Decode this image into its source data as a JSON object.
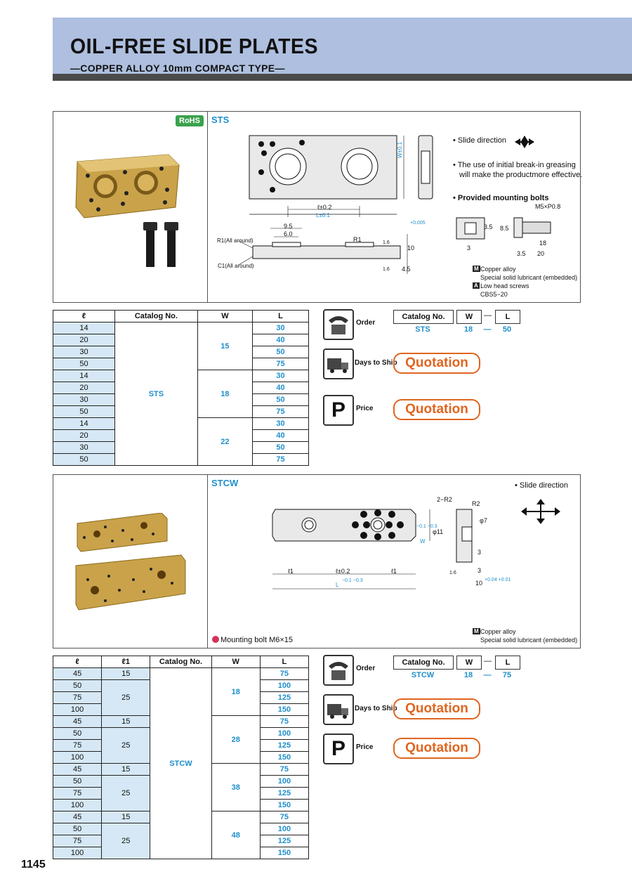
{
  "header": {
    "title": "OIL-FREE SLIDE PLATES",
    "subtitle": "—COPPER ALLOY 10mm COMPACT TYPE—"
  },
  "sts": {
    "badge": "RoHS",
    "series": "STS",
    "notes": {
      "slide": "• Slide direction",
      "grease_1": "• The use of initial break-in greasing",
      "grease_2": "will make the productmore effective.",
      "bolts": "• Provided mounting bolts"
    },
    "dims": {
      "w": "W±0.1",
      "l1": "ℓ±0.2",
      "l": "L±0.1",
      "d95": "9.5",
      "d60": "6.0",
      "r1all": "R1(All around)",
      "c1all": "C1(All around)",
      "r1": "R1",
      "t": "10",
      "t_tol": "+0.005",
      "h45": "4.5",
      "rough": "1.6",
      "m5": "M5×P0.8",
      "b35a": "3.5",
      "b85": "8.5",
      "b3": "3",
      "b18": "18",
      "b35b": "3.5",
      "b20": "20"
    },
    "material": {
      "m_icon": "M",
      "m1": "Copper alloy",
      "m2": "Special solid lubricant (embedded)",
      "a_icon": "A",
      "a1": "Low head screws",
      "a2": "CBS5−20"
    },
    "table": {
      "headers": [
        "ℓ",
        "Catalog No.",
        "W",
        "L"
      ],
      "catalog": "STS",
      "l_vals": [
        "14",
        "20",
        "30",
        "50",
        "14",
        "20",
        "30",
        "50",
        "14",
        "20",
        "30",
        "50"
      ],
      "w_vals": [
        "15",
        "18",
        "22"
      ],
      "L_vals": [
        "30",
        "40",
        "50",
        "75",
        "30",
        "40",
        "50",
        "75",
        "30",
        "40",
        "50",
        "75"
      ]
    },
    "order": {
      "label": "Order",
      "h1": "Catalog No.",
      "h2": "W",
      "dash": "—",
      "h3": "L",
      "v1": "STS",
      "v2": "18",
      "vdash": "—",
      "v3": "50"
    },
    "days": {
      "label": "Days to Ship",
      "value": "Quotation"
    },
    "price": {
      "icon": "P",
      "label": "Price",
      "value": "Quotation"
    }
  },
  "stcw": {
    "series": "STCW",
    "notes": {
      "slide": "• Slide direction",
      "bolt": "Mounting bolt M6×15"
    },
    "dims": {
      "r2a": "2−R2",
      "r2b": "R2",
      "phi7": "φ7",
      "phi11": "φ11",
      "w": "W",
      "w_tol": "−0.1 −0.3",
      "l1a": "ℓ1",
      "l2": "ℓ±0.2",
      "l1b": "ℓ1",
      "l": "L",
      "l_tol": "−0.1 −0.3",
      "d3a": "3",
      "d3b": "3",
      "rough": "1.6",
      "t": "10",
      "t_tol": "+0.04 +0.01"
    },
    "material": {
      "m_icon": "M",
      "m1": "Copper alloy",
      "m2": "Special solid lubricant (embedded)"
    },
    "table": {
      "headers": [
        "ℓ",
        "ℓ1",
        "Catalog No.",
        "W",
        "L"
      ],
      "catalog": "STCW",
      "l_vals": [
        "45",
        "50",
        "75",
        "100",
        "45",
        "50",
        "75",
        "100",
        "45",
        "50",
        "75",
        "100",
        "45",
        "50",
        "75",
        "100"
      ],
      "l1_a": "15",
      "l1_b": "25",
      "w_vals": [
        "18",
        "28",
        "38",
        "48"
      ],
      "L_vals": [
        "75",
        "100",
        "125",
        "150",
        "75",
        "100",
        "125",
        "150",
        "75",
        "100",
        "125",
        "150",
        "75",
        "100",
        "125",
        "150"
      ]
    },
    "order": {
      "label": "Order",
      "h1": "Catalog No.",
      "h2": "W",
      "dash": "—",
      "h3": "L",
      "v1": "STCW",
      "v2": "18",
      "vdash": "—",
      "v3": "75"
    },
    "days": {
      "label": "Days to Ship",
      "value": "Quotation"
    },
    "price": {
      "icon": "P",
      "label": "Price",
      "value": "Quotation"
    }
  },
  "page_number": "1145"
}
